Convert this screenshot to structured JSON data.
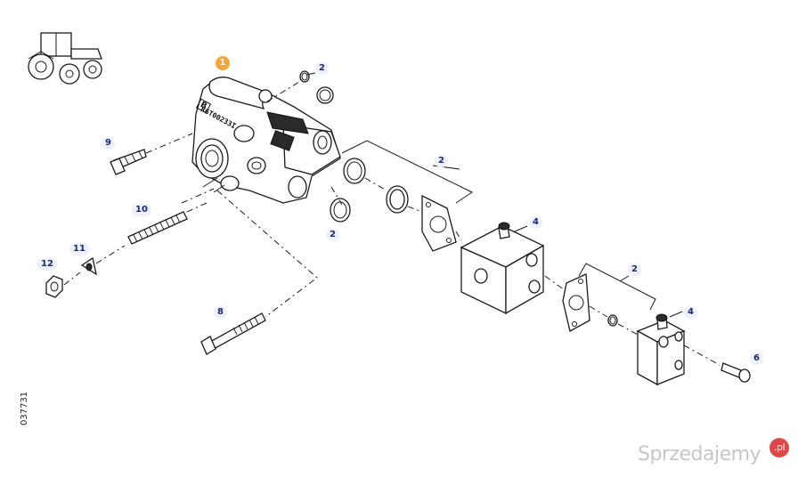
{
  "diagram": {
    "labels": [
      {
        "id": "lbl-1",
        "text": "1",
        "style": "highlight"
      },
      {
        "id": "lbl-2a",
        "text": "2"
      },
      {
        "id": "lbl-2b",
        "text": "2"
      },
      {
        "id": "lbl-2c",
        "text": "2"
      },
      {
        "id": "lbl-2d",
        "text": "2"
      },
      {
        "id": "lbl-4a",
        "text": "4"
      },
      {
        "id": "lbl-4b",
        "text": "4"
      },
      {
        "id": "lbl-6",
        "text": "6"
      },
      {
        "id": "lbl-8",
        "text": "8"
      },
      {
        "id": "lbl-9",
        "text": "9"
      },
      {
        "id": "lbl-10",
        "text": "10"
      },
      {
        "id": "lbl-11",
        "text": "11"
      },
      {
        "id": "lbl-12",
        "text": "12"
      }
    ],
    "part_stamp": "R6T00233I",
    "part_stamp_letter": "B",
    "reference_number": "037731",
    "watermark": "Sprzedajemy",
    "watermark_badge": ".pl",
    "colors": {
      "label_text": "#1b2a7a",
      "label_bg": "#eef1fb",
      "highlight": "#f0a83c",
      "watermark": "#c7c7c7",
      "watermark_badge": "#e04848"
    }
  }
}
